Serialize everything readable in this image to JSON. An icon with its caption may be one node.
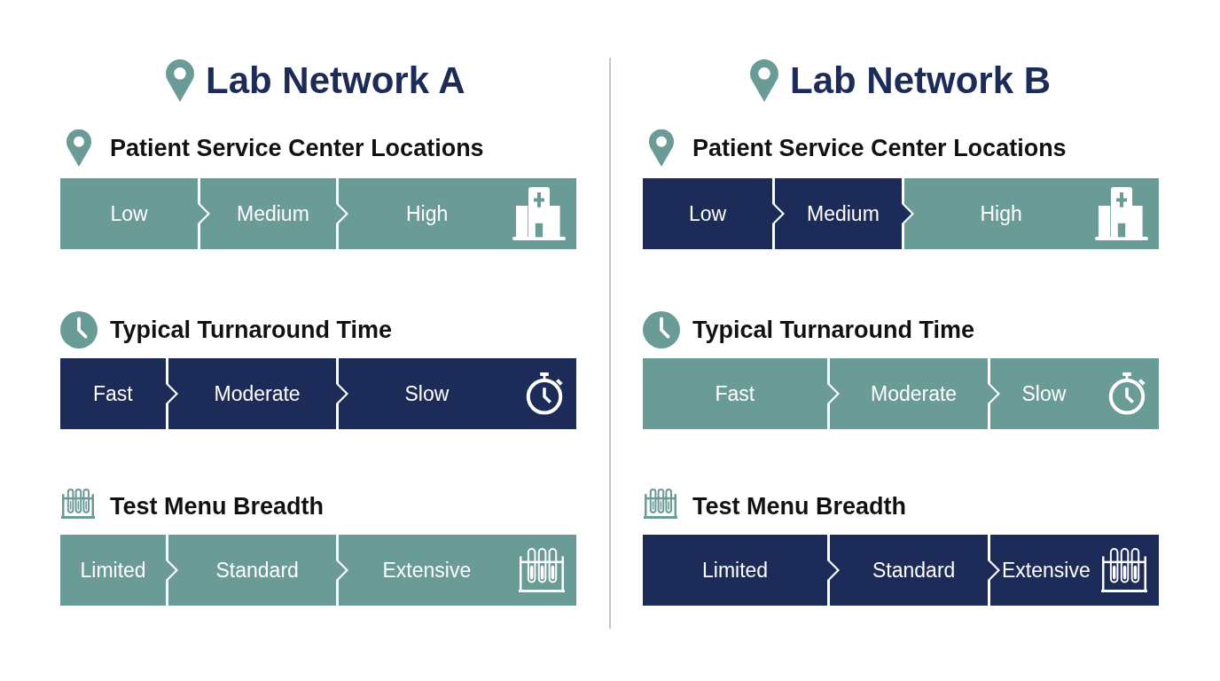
{
  "diagram": {
    "nodes": [
      {
        "text": [
          "Low"
        ]
      },
      {
        "text": [
          "Medium"
        ]
      },
      {
        "text": [
          "High"
        ]
      },
      {
        "text": [
          "Fast"
        ]
      },
      {
        "text": [
          "Moderate"
        ]
      },
      {
        "text": [
          "Slow"
        ]
      },
      {
        "text": [
          "Limited"
        ]
      },
      {
        "text": [
          "Standard"
        ]
      },
      {
        "text": [
          "Extensive"
        ]
      },
      {
        "text": [
          "Low"
        ]
      },
      {
        "text": [
          "Medium"
        ]
      },
      {
        "text": [
          "High"
        ]
      },
      {
        "text": [
          "Fast"
        ]
      },
      {
        "text": [
          "Moderate"
        ]
      },
      {
        "text": [
          "Slow"
        ]
      },
      {
        "text": [
          "Limited"
        ]
      },
      {
        "text": [
          "Standard"
        ]
      },
      {
        "text": [
          "Extensive"
        ]
      }
    ],
    "labels": [
      "Lab Network A",
      "Patient Service Center Locations",
      "Typical Turnaround Time",
      "Test Menu Breadth",
      "Lab Network B",
      "Patient Service Center Locations",
      "Typical Turnaround Time",
      "Test Menu Breadth"
    ]
  }
}
